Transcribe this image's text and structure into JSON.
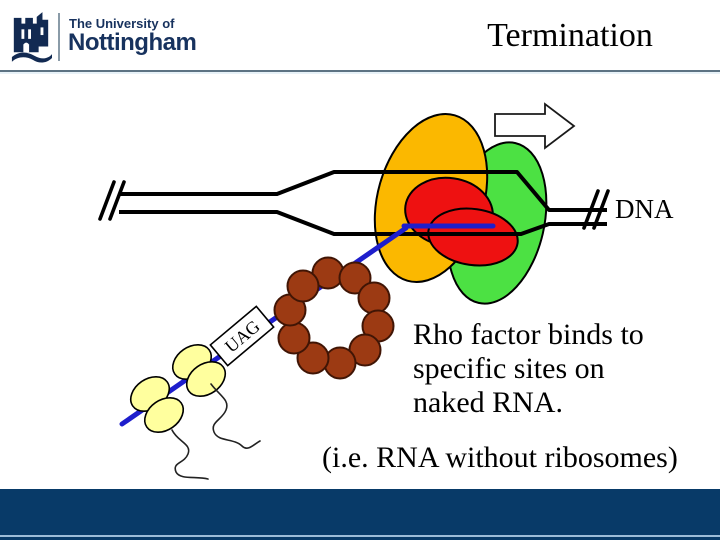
{
  "colors": {
    "brand-navy": "#17325e",
    "footer-navy": "#083a68",
    "footer-accent": "#9dbcd8",
    "header-rule": "#5d7383",
    "polymerase-orange": "#fbb800",
    "factor-green": "#4ce143",
    "rho-red": "#ee1111",
    "ring-brown": "#9c3a13",
    "ring-brown-outline": "#401505",
    "ribosome-yellow": "#ffff9e",
    "rna-blue": "#1e1ecc",
    "ink": "#000000"
  },
  "header": {
    "logo_line1": "The University of",
    "logo_line2": "Nottingham",
    "title": "Termination"
  },
  "diagram": {
    "dna_label": "DNA",
    "uag_label": "UAG",
    "icons": {
      "castle": "nottingham-castle-icon",
      "arrow": "transcription-direction-arrow"
    }
  },
  "captions": {
    "main_lines": [
      "Rho factor binds to",
      "specific sites on",
      "naked RNA."
    ],
    "note": "(i.e. RNA without ribosomes)"
  }
}
